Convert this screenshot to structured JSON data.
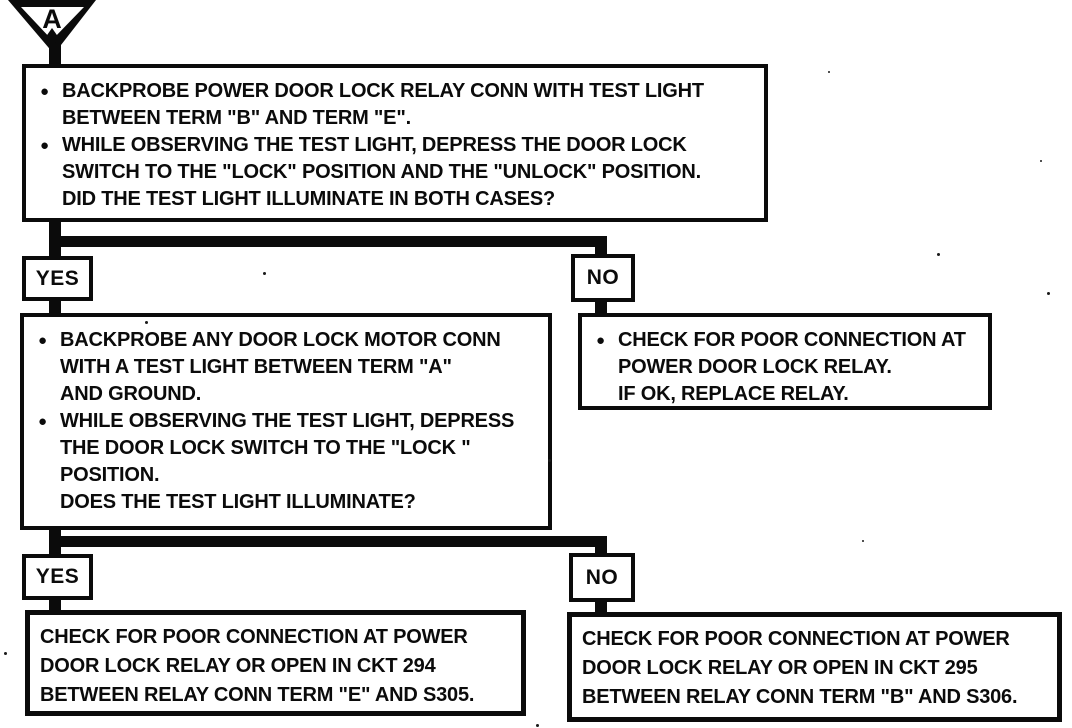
{
  "page": {
    "paper_color": "#ffffff",
    "ink_color": "#0b0b0b"
  },
  "icons": {
    "bullet_dot": "●",
    "connector_triangle": "inverted-triangle-flag"
  },
  "connector_a": {
    "label": "A"
  },
  "step1": {
    "bullets": [
      "BACKPROBE POWER DOOR LOCK RELAY CONN WITH TEST LIGHT\nBETWEEN TERM \"B\" AND TERM \"E\".",
      "WHILE OBSERVING THE TEST LIGHT, DEPRESS THE DOOR LOCK\nSWITCH TO THE \"LOCK\" POSITION AND THE \"UNLOCK\" POSITION.\nDID THE TEST LIGHT ILLUMINATE IN BOTH CASES?"
    ]
  },
  "decision1": {
    "yes_label": "YES",
    "no_label": "NO"
  },
  "step2_yes": {
    "bullets": [
      "BACKPROBE ANY DOOR LOCK MOTOR CONN\nWITH A TEST LIGHT BETWEEN TERM \"A\"\nAND GROUND.",
      "WHILE OBSERVING THE TEST LIGHT, DEPRESS\nTHE DOOR LOCK SWITCH TO THE \"LOCK \"\nPOSITION.\nDOES THE TEST LIGHT ILLUMINATE?"
    ]
  },
  "step2_no": {
    "bullets": [
      "CHECK FOR POOR CONNECTION AT\nPOWER DOOR LOCK RELAY.\nIF OK, REPLACE RELAY."
    ]
  },
  "decision2": {
    "yes_label": "YES",
    "no_label": "NO"
  },
  "result_yes": {
    "text": "CHECK FOR POOR CONNECTION AT POWER\nDOOR LOCK RELAY OR OPEN IN CKT 294\nBETWEEN RELAY CONN TERM \"E\" AND S305."
  },
  "result_no": {
    "text": "CHECK FOR POOR CONNECTION AT POWER\nDOOR LOCK RELAY OR OPEN IN CKT 295\nBETWEEN RELAY CONN TERM \"B\" AND S306."
  }
}
